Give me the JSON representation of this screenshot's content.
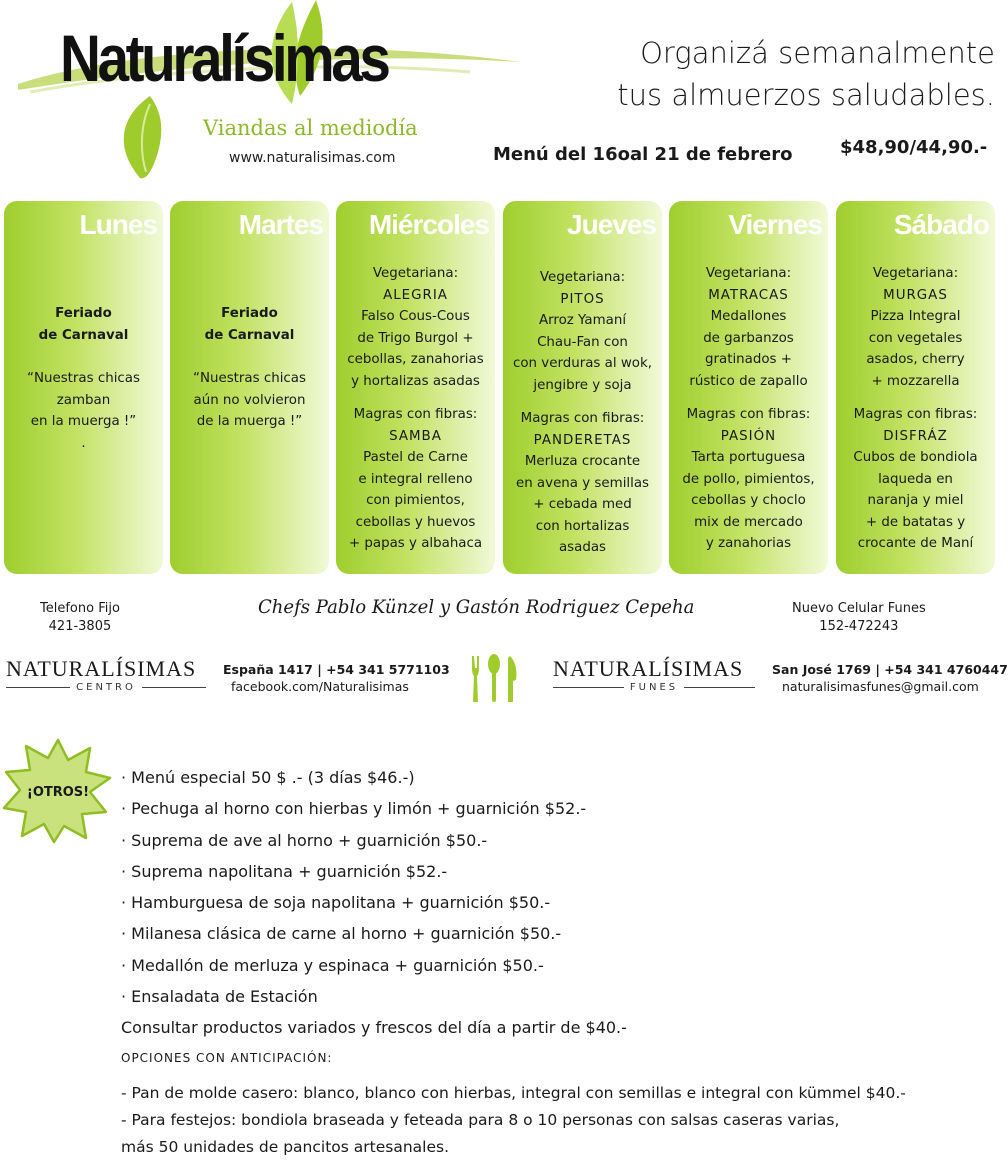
{
  "header": {
    "brand_name": "Naturalísimas",
    "tagline": "Viandas al mediodía",
    "url": "www.naturalisimas.com",
    "headline_line1": "Organizá semanalmente",
    "headline_line2": "tus almuerzos saludables.",
    "menu_dates": "Menú del 16oal 21 de febrero",
    "price": "$48,90/44,90.-",
    "brand_green": "#9fce2e"
  },
  "days": [
    {
      "name": "Lunes",
      "feriado": [
        "Feriado",
        "de Carnaval"
      ],
      "quote": [
        "“Nuestras chicas",
        "zamban",
        "en la muerga !”",
        "."
      ]
    },
    {
      "name": "Martes",
      "feriado": [
        "Feriado",
        "de Carnaval"
      ],
      "quote": [
        "“Nuestras chicas",
        "aún no volvieron",
        "de la muerga !”"
      ]
    },
    {
      "name": "Miércoles",
      "veg_label": "Vegetariana:",
      "veg_name": "ALEGRIA",
      "veg_desc": [
        "Falso Cous-Cous",
        "de Trigo Burgol +",
        "cebollas, zanahorias",
        "y hortalizas asadas"
      ],
      "magra_label": "Magras con fibras:",
      "magra_name": "SAMBA",
      "magra_desc": [
        "Pastel de Carne",
        "e integral relleno",
        "con pimientos,",
        "cebollas y huevos",
        "+  papas y albahaca"
      ]
    },
    {
      "name": "Jueves",
      "veg_label": "Vegetariana:",
      "veg_name": "PITOS",
      "veg_desc": [
        "Arroz Yamaní",
        "Chau-Fan con",
        "con verduras al wok,",
        "jengibre y soja"
      ],
      "magra_label": "Magras con fibras:",
      "magra_name": "PANDERETAS",
      "magra_desc": [
        "Merluza crocante",
        "en avena y semillas",
        "+ cebada med",
        "con hortalizas",
        "asadas"
      ]
    },
    {
      "name": "Viernes",
      "veg_label": "Vegetariana:",
      "veg_name": "MATRACAS",
      "veg_desc": [
        "Medallones",
        "de garbanzos",
        "gratinados +",
        "rústico de zapallo"
      ],
      "magra_label": "Magras con fibras:",
      "magra_name": "PASIÓN",
      "magra_desc": [
        "Tarta portuguesa",
        "de pollo, pimientos,",
        "cebollas y choclo",
        "mix de mercado",
        "y zanahorias"
      ]
    },
    {
      "name": "Sábado",
      "veg_label": "Vegetariana:",
      "veg_name": "MURGAS",
      "veg_desc": [
        "Pizza Integral",
        "con vegetales",
        "asados, cherry",
        "+ mozzarella"
      ],
      "magra_label": "Magras con fibras:",
      "magra_name": "DISFRÁZ",
      "magra_desc": [
        "Cubos de bondiola",
        "laqueda en",
        "naranja y miel",
        "+ de batatas y",
        "crocante de Maní"
      ]
    }
  ],
  "contact": {
    "fijo_label": "Telefono Fijo",
    "fijo_number": "421-3805",
    "chefs": "Chefs Pablo Künzel y Gastón Rodriguez Cepeha",
    "celular_label": "Nuevo Celular Funes",
    "celular_number": "152-472243"
  },
  "stores": [
    {
      "name": "NATURALÍSIMAS",
      "branch": "CENTRO",
      "address": "España 1417 | +54 341 5771103",
      "extra": "facebook.com/Naturalisimas"
    },
    {
      "name": "NATURALÍSIMAS",
      "branch": "FUNES",
      "address": "San José 1769 | +54 341 4760447",
      "extra": "naturalisimasfunes@gmail.com"
    }
  ],
  "cutlery_icon": "cutlery-icon",
  "otros": {
    "badge": "¡OTROS!",
    "items": [
      "· Menú especial 50 $ .- (3 días $46.-)",
      "· Pechuga al horno con hierbas y limón + guarnición $52.-",
      "· Suprema de ave al horno + guarnición $50.-",
      "· Suprema napolitana + guarnición $52.-",
      "· Hamburguesa de soja napolitana + guarnición $50.-",
      "· Milanesa clásica de carne al horno + guarnición $50.-",
      "· Medallón de merluza y espinaca + guarnición $50.-",
      "· Ensaladata de Estación",
      "Consultar productos variados y frescos del día a partir de $40.-"
    ]
  },
  "anticipacion": {
    "title": "OPCIONES CON ANTICIPACIÓN:",
    "items": [
      "- Pan de molde casero: blanco, blanco con hierbas, integral con semillas e integral con kümmel $40.-",
      "- Para festejos: bondiola braseada y feteada para 8 o 10 personas con salsas caseras varias,",
      "más 50 unidades de pancitos artesanales."
    ]
  }
}
